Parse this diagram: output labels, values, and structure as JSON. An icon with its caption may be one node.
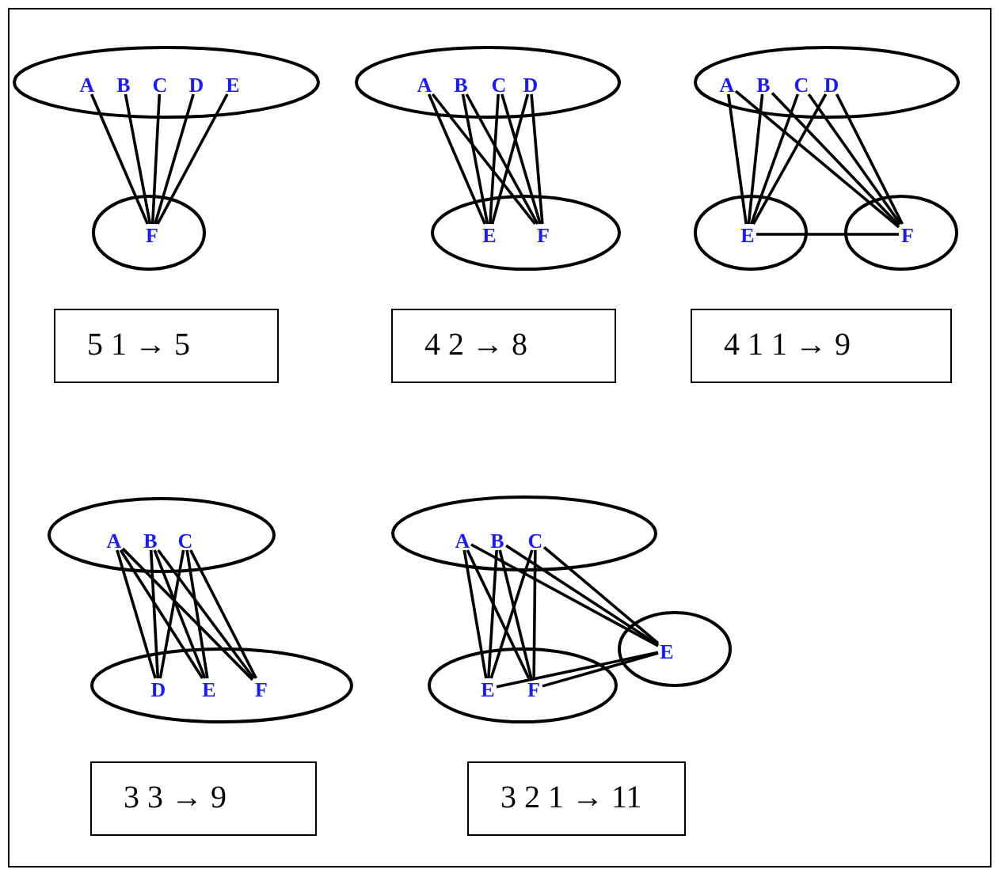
{
  "diagram": {
    "nodes": [
      {
        "text": [],
        "shape": "ellipse"
      },
      {
        "text": [
          "A"
        ],
        "in": 0
      },
      {
        "text": [
          "B"
        ],
        "in": 0
      },
      {
        "text": [
          "C"
        ],
        "in": 0
      },
      {
        "text": [
          "D"
        ],
        "in": 0
      },
      {
        "text": [
          "E"
        ],
        "in": 0
      },
      {
        "text": [],
        "shape": "ellipse"
      },
      {
        "text": [
          "F"
        ],
        "in": 6
      },
      {
        "text": [
          "5 1 → 5"
        ]
      },
      {
        "text": [],
        "shape": "ellipse"
      },
      {
        "text": [
          "A"
        ],
        "in": 9
      },
      {
        "text": [
          "B"
        ],
        "in": 9
      },
      {
        "text": [
          "C"
        ],
        "in": 9
      },
      {
        "text": [
          "D"
        ],
        "in": 9
      },
      {
        "text": [],
        "shape": "ellipse"
      },
      {
        "text": [
          "E"
        ],
        "in": 14
      },
      {
        "text": [
          "F"
        ],
        "in": 14
      },
      {
        "text": [
          "4 2 → 8"
        ]
      },
      {
        "text": [],
        "shape": "ellipse"
      },
      {
        "text": [
          "A"
        ],
        "in": 18
      },
      {
        "text": [
          "B"
        ],
        "in": 18
      },
      {
        "text": [
          "C"
        ],
        "in": 18
      },
      {
        "text": [
          "D"
        ],
        "in": 18
      },
      {
        "text": [],
        "shape": "ellipse"
      },
      {
        "text": [
          "E"
        ],
        "in": 23
      },
      {
        "text": [],
        "shape": "ellipse"
      },
      {
        "text": [
          "F"
        ],
        "in": 25
      },
      {
        "text": [
          "4 1 1 → 9"
        ]
      },
      {
        "text": [],
        "shape": "ellipse"
      },
      {
        "text": [
          "A"
        ],
        "in": 28
      },
      {
        "text": [
          "B"
        ],
        "in": 28
      },
      {
        "text": [
          "C"
        ],
        "in": 28
      },
      {
        "text": [],
        "shape": "ellipse"
      },
      {
        "text": [
          "D"
        ],
        "in": 32
      },
      {
        "text": [
          "E"
        ],
        "in": 32
      },
      {
        "text": [
          "F"
        ],
        "in": 32
      },
      {
        "text": [
          "3 3 → 9"
        ]
      },
      {
        "text": [],
        "shape": "ellipse"
      },
      {
        "text": [
          "A"
        ],
        "in": 37
      },
      {
        "text": [
          "B"
        ],
        "in": 37
      },
      {
        "text": [
          "C"
        ],
        "in": 37
      },
      {
        "text": [],
        "shape": "ellipse"
      },
      {
        "text": [
          "E"
        ],
        "in": 41
      },
      {
        "text": [
          "F"
        ],
        "in": 41
      },
      {
        "text": [],
        "shape": "ellipse"
      },
      {
        "text": [
          "E"
        ],
        "in": 44
      },
      {
        "text": [
          "3 2 1 → 11"
        ]
      }
    ],
    "edges": [
      {
        "from": 1,
        "to": 7,
        "arrow": "none"
      },
      {
        "from": 2,
        "to": 7,
        "arrow": "none"
      },
      {
        "from": 3,
        "to": 7,
        "arrow": "none"
      },
      {
        "from": 4,
        "to": 7,
        "arrow": "none"
      },
      {
        "from": 5,
        "to": 7,
        "arrow": "none"
      },
      {
        "from": 10,
        "to": 15,
        "arrow": "none"
      },
      {
        "from": 10,
        "to": 16,
        "arrow": "none"
      },
      {
        "from": 11,
        "to": 15,
        "arrow": "none"
      },
      {
        "from": 11,
        "to": 16,
        "arrow": "none"
      },
      {
        "from": 12,
        "to": 15,
        "arrow": "none"
      },
      {
        "from": 12,
        "to": 16,
        "arrow": "none"
      },
      {
        "from": 13,
        "to": 15,
        "arrow": "none"
      },
      {
        "from": 13,
        "to": 16,
        "arrow": "none"
      },
      {
        "from": 19,
        "to": 24,
        "arrow": "none"
      },
      {
        "from": 19,
        "to": 26,
        "arrow": "none"
      },
      {
        "from": 20,
        "to": 24,
        "arrow": "none"
      },
      {
        "from": 20,
        "to": 26,
        "arrow": "none"
      },
      {
        "from": 21,
        "to": 24,
        "arrow": "none"
      },
      {
        "from": 21,
        "to": 26,
        "arrow": "none"
      },
      {
        "from": 22,
        "to": 24,
        "arrow": "none"
      },
      {
        "from": 22,
        "to": 26,
        "arrow": "none"
      },
      {
        "from": 24,
        "to": 26,
        "arrow": "none"
      },
      {
        "from": 29,
        "to": 33,
        "arrow": "none"
      },
      {
        "from": 29,
        "to": 34,
        "arrow": "none"
      },
      {
        "from": 29,
        "to": 35,
        "arrow": "none"
      },
      {
        "from": 30,
        "to": 33,
        "arrow": "none"
      },
      {
        "from": 30,
        "to": 34,
        "arrow": "none"
      },
      {
        "from": 30,
        "to": 35,
        "arrow": "none"
      },
      {
        "from": 31,
        "to": 33,
        "arrow": "none"
      },
      {
        "from": 31,
        "to": 34,
        "arrow": "none"
      },
      {
        "from": 31,
        "to": 35,
        "arrow": "none"
      },
      {
        "from": 38,
        "to": 42,
        "arrow": "none"
      },
      {
        "from": 38,
        "to": 43,
        "arrow": "none"
      },
      {
        "from": 38,
        "to": 45,
        "arrow": "none"
      },
      {
        "from": 39,
        "to": 42,
        "arrow": "none"
      },
      {
        "from": 39,
        "to": 43,
        "arrow": "none"
      },
      {
        "from": 39,
        "to": 45,
        "arrow": "none"
      },
      {
        "from": 40,
        "to": 42,
        "arrow": "none"
      },
      {
        "from": 40,
        "to": 43,
        "arrow": "none"
      },
      {
        "from": 40,
        "to": 45,
        "arrow": "none"
      },
      {
        "from": 42,
        "to": 45,
        "arrow": "none"
      },
      {
        "from": 43,
        "to": 45,
        "arrow": "none"
      }
    ]
  }
}
